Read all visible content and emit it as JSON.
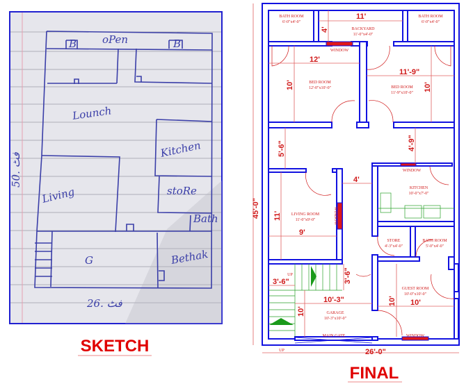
{
  "sketch": {
    "caption": "SKETCH",
    "labels": {
      "open": "oPen",
      "bath_marker_left": "B",
      "bath_marker_right": "B",
      "lounge": "Lounch",
      "kitchen": "Kitchen",
      "living": "Living",
      "store": "stoRe",
      "bath": "Bath",
      "garage": "G",
      "bethak": "Bethak",
      "width": "26. فٹ",
      "length": "50. فٹ"
    }
  },
  "plan": {
    "caption": "FINAL",
    "rooms": [
      {
        "name": "BATH ROOM",
        "size": "6'-0\"x4'-0\""
      },
      {
        "name": "BACKYARD",
        "size": "11'-0\"x4'-0\""
      },
      {
        "name": "BATH ROOM",
        "size": "6'-0\"x4'-0\""
      },
      {
        "name": "BED ROOM",
        "size": "12'-0\"x10'-0\""
      },
      {
        "name": "BED ROOM",
        "size": "11'-9\"x10'-0\""
      },
      {
        "name": "LIVING ROOM",
        "size": "11'-0\"x9'-0\""
      },
      {
        "name": "KITCHEN",
        "size": "10'-0\"x7'-0\""
      },
      {
        "name": "STORE",
        "size": "4'-3\"x4'-0\""
      },
      {
        "name": "BATH ROOM",
        "size": "5'-0\"x4'-0\""
      },
      {
        "name": "GUEST ROOM",
        "size": "10'-0\"x10'-0\""
      },
      {
        "name": "GARAGE",
        "size": "10'-3\"x10'-0\""
      }
    ],
    "labels": {
      "window": "WINDOW",
      "main_gate": "MAIN GATE",
      "up": "UP"
    },
    "dimensions": {
      "backyard_width": "11'",
      "backyard_depth": "4'",
      "bed1_width": "12'",
      "bed1_depth": "10'",
      "bed2_width": "11'-9\"",
      "bed2_depth": "10'",
      "lounge_left": "5'-6\"",
      "lounge_right": "4'-9\"",
      "passage": "4'",
      "living_depth": "11'",
      "living_width": "9'",
      "stair_width": "3'-6\"",
      "stair_gap": "3'-6\"",
      "garage_width": "10'-3\"",
      "garage_depth": "10'",
      "guest_depth": "10'",
      "guest_width": "10'",
      "total_width": "26'-0\"",
      "total_length": "45'-0\""
    }
  }
}
